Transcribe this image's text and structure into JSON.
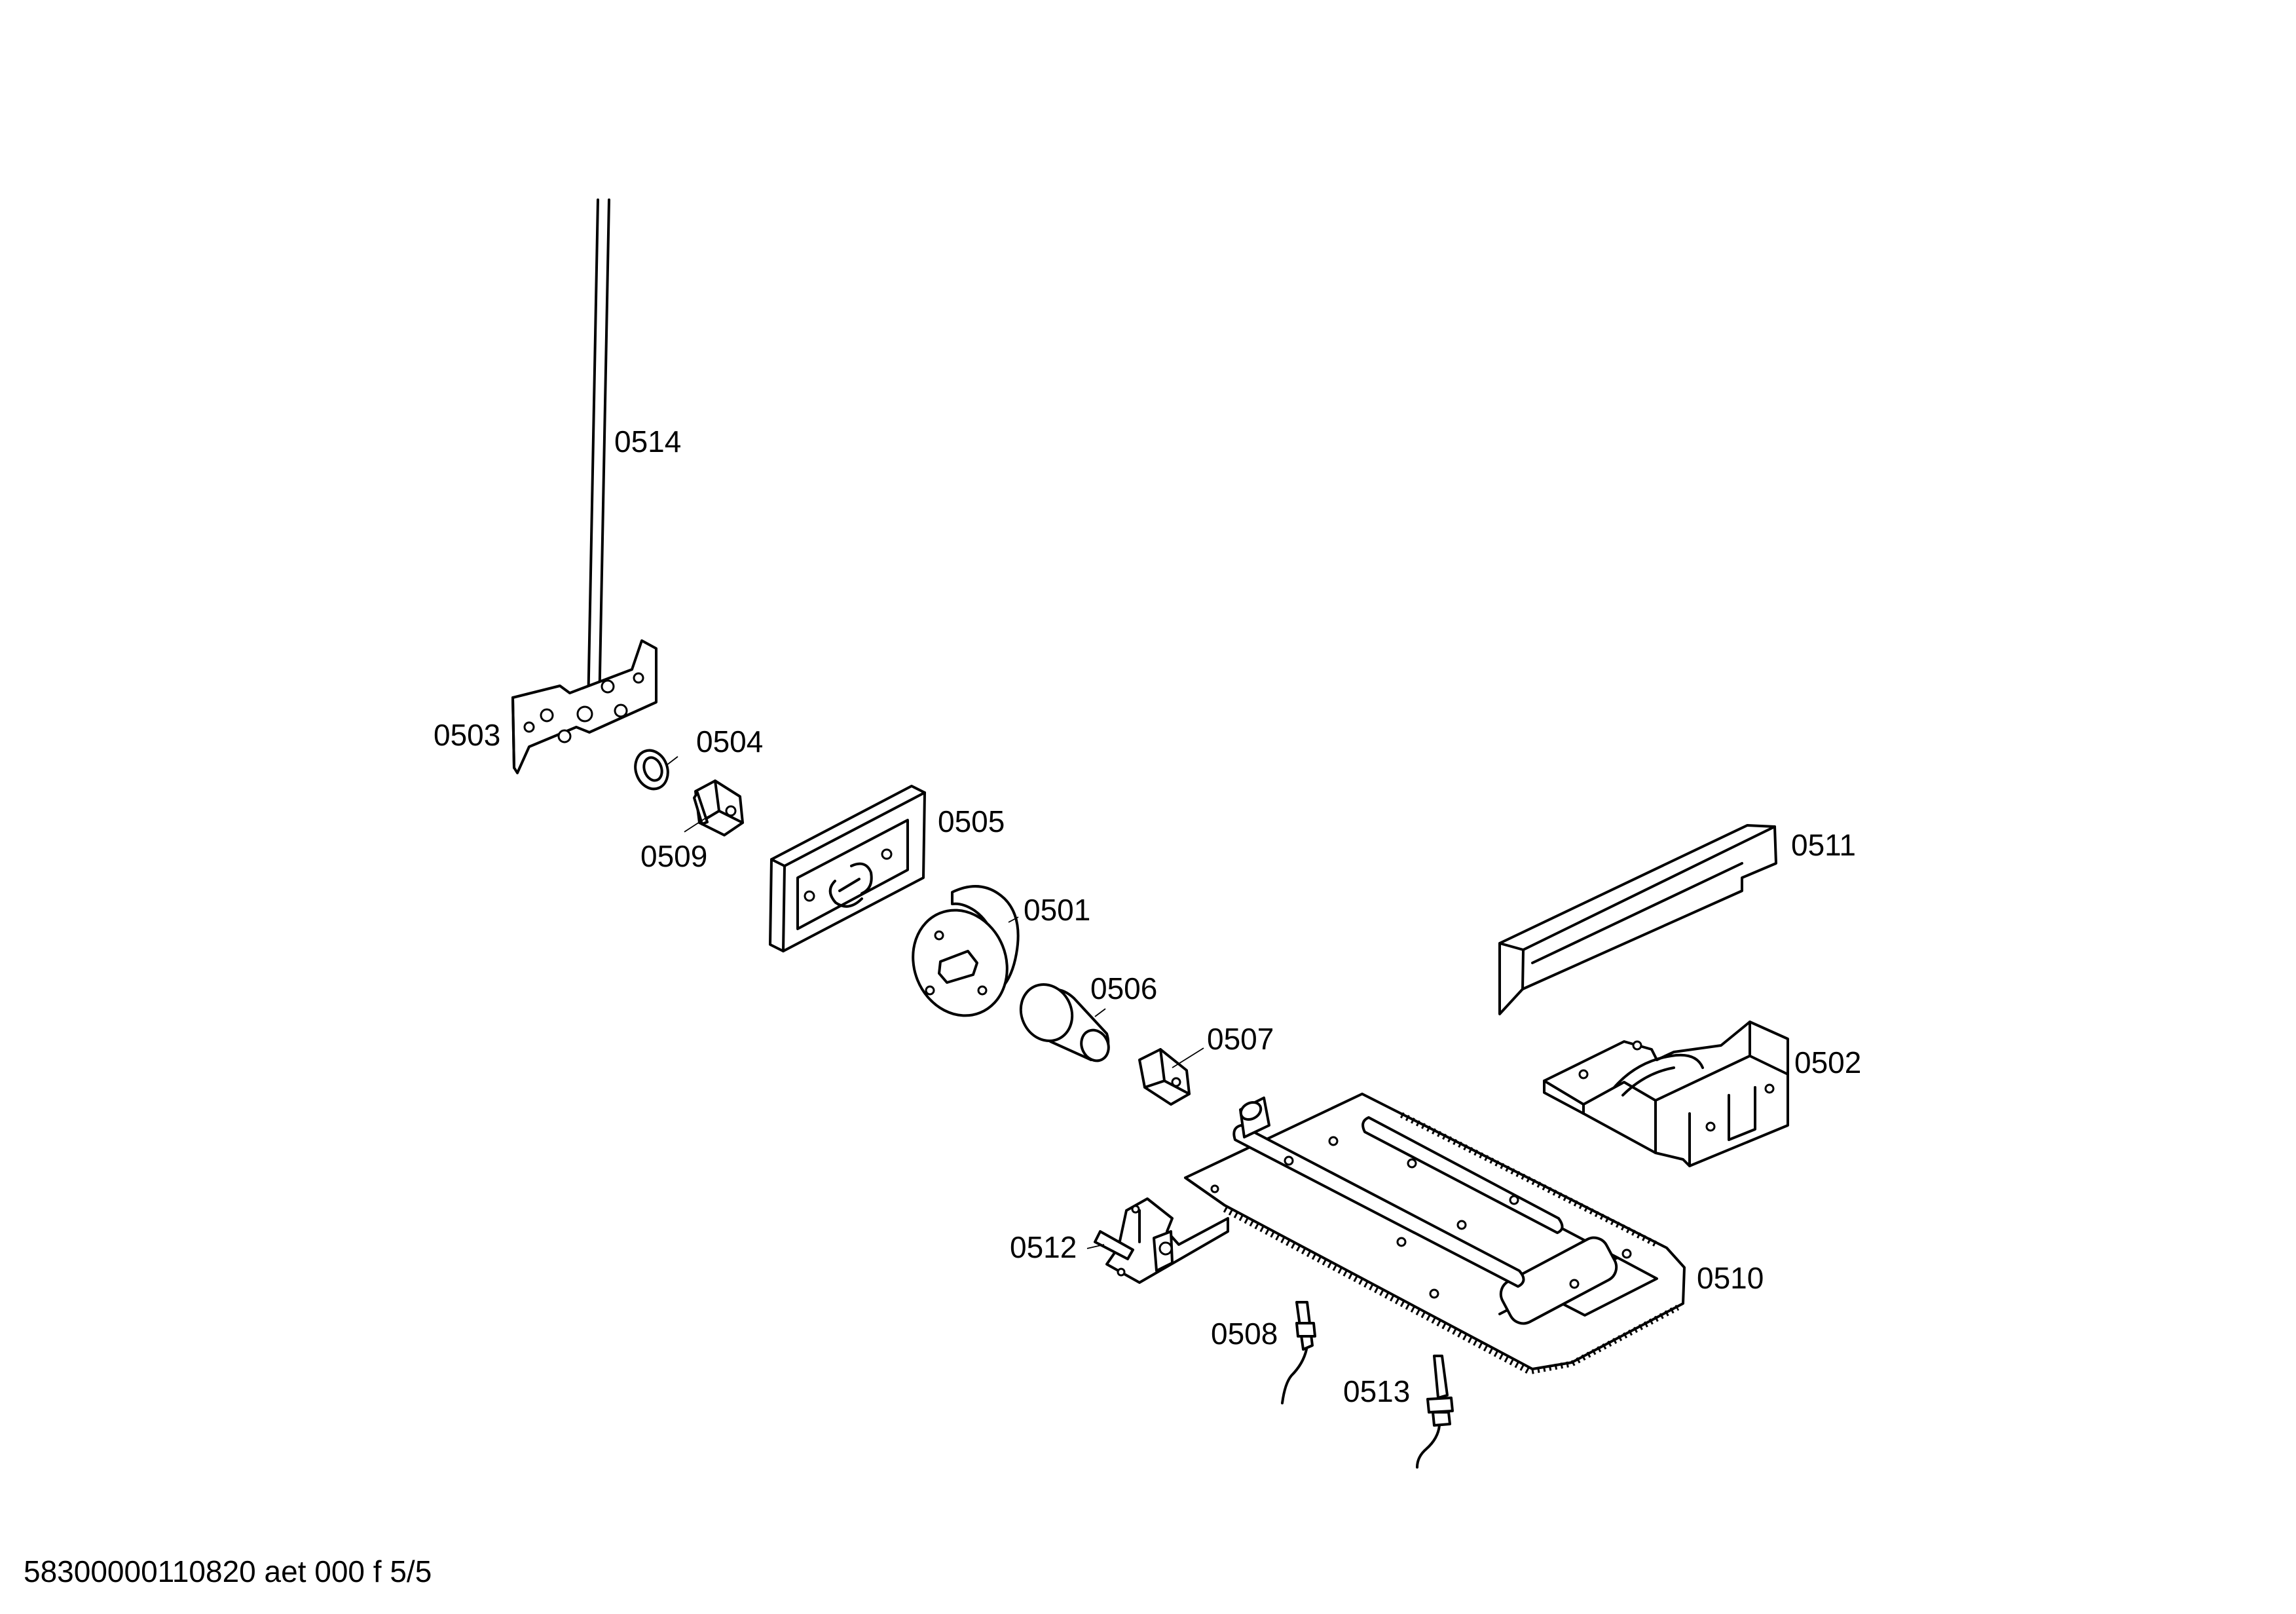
{
  "parts": {
    "p0501": "0501",
    "p0502": "0502",
    "p0503": "0503",
    "p0504": "0504",
    "p0505": "0505",
    "p0506": "0506",
    "p0507": "0507",
    "p0508": "0508",
    "p0509": "0509",
    "p0510": "0510",
    "p0511": "0511",
    "p0512": "0512",
    "p0513": "0513",
    "p0514": "0514"
  },
  "footer": "58300000110820 aet 000 f 5/5"
}
